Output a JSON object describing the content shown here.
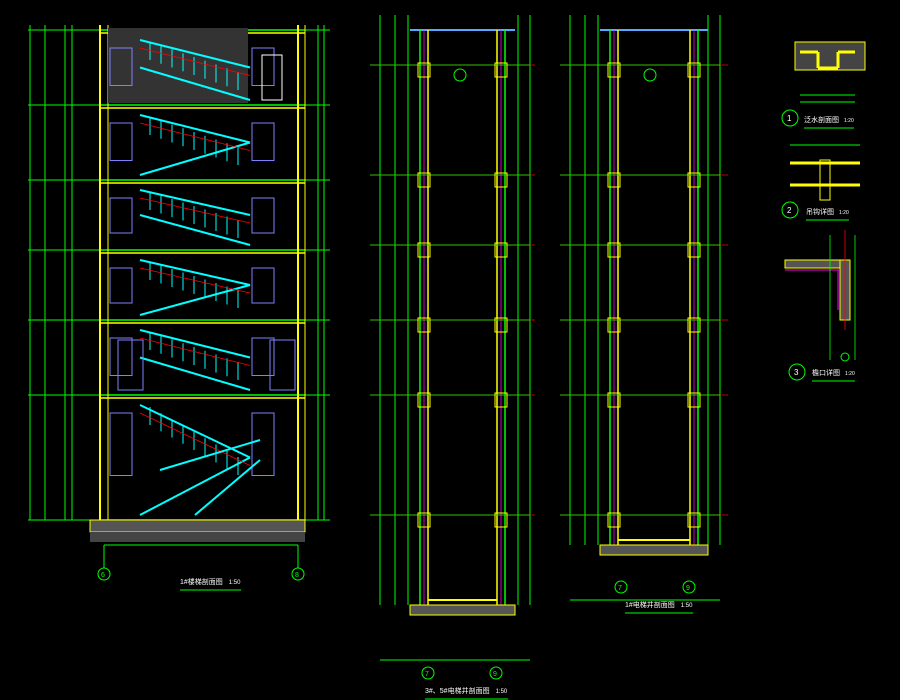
{
  "drawing": {
    "colors": {
      "background": "#000000",
      "dim": "#00ff00",
      "wall": "#ffff00",
      "stair": "#00ffff",
      "axis": "#ff0000",
      "opening": "#8080ff",
      "hatch": "#808080",
      "accent": "#ff00ff"
    },
    "views": [
      {
        "id": "stair-section",
        "title": "1#楼梯剖面图",
        "scale": "1:50",
        "axes": [
          "6",
          "8"
        ]
      },
      {
        "id": "shaft-section-a",
        "title": "3#、5#电梯井剖面图",
        "scale": "1:50",
        "axes": [
          "7",
          "9"
        ]
      },
      {
        "id": "shaft-section-b",
        "title": "1#电梯井剖面图",
        "scale": "1:50",
        "axes": [
          "7",
          "9"
        ]
      }
    ],
    "details": [
      {
        "number": "1",
        "title": "泛水剖面图",
        "scale": "1:20"
      },
      {
        "number": "2",
        "title": "吊钩详图",
        "scale": "1:20"
      },
      {
        "number": "3",
        "title": "檐口详图",
        "scale": "1:20"
      }
    ]
  }
}
